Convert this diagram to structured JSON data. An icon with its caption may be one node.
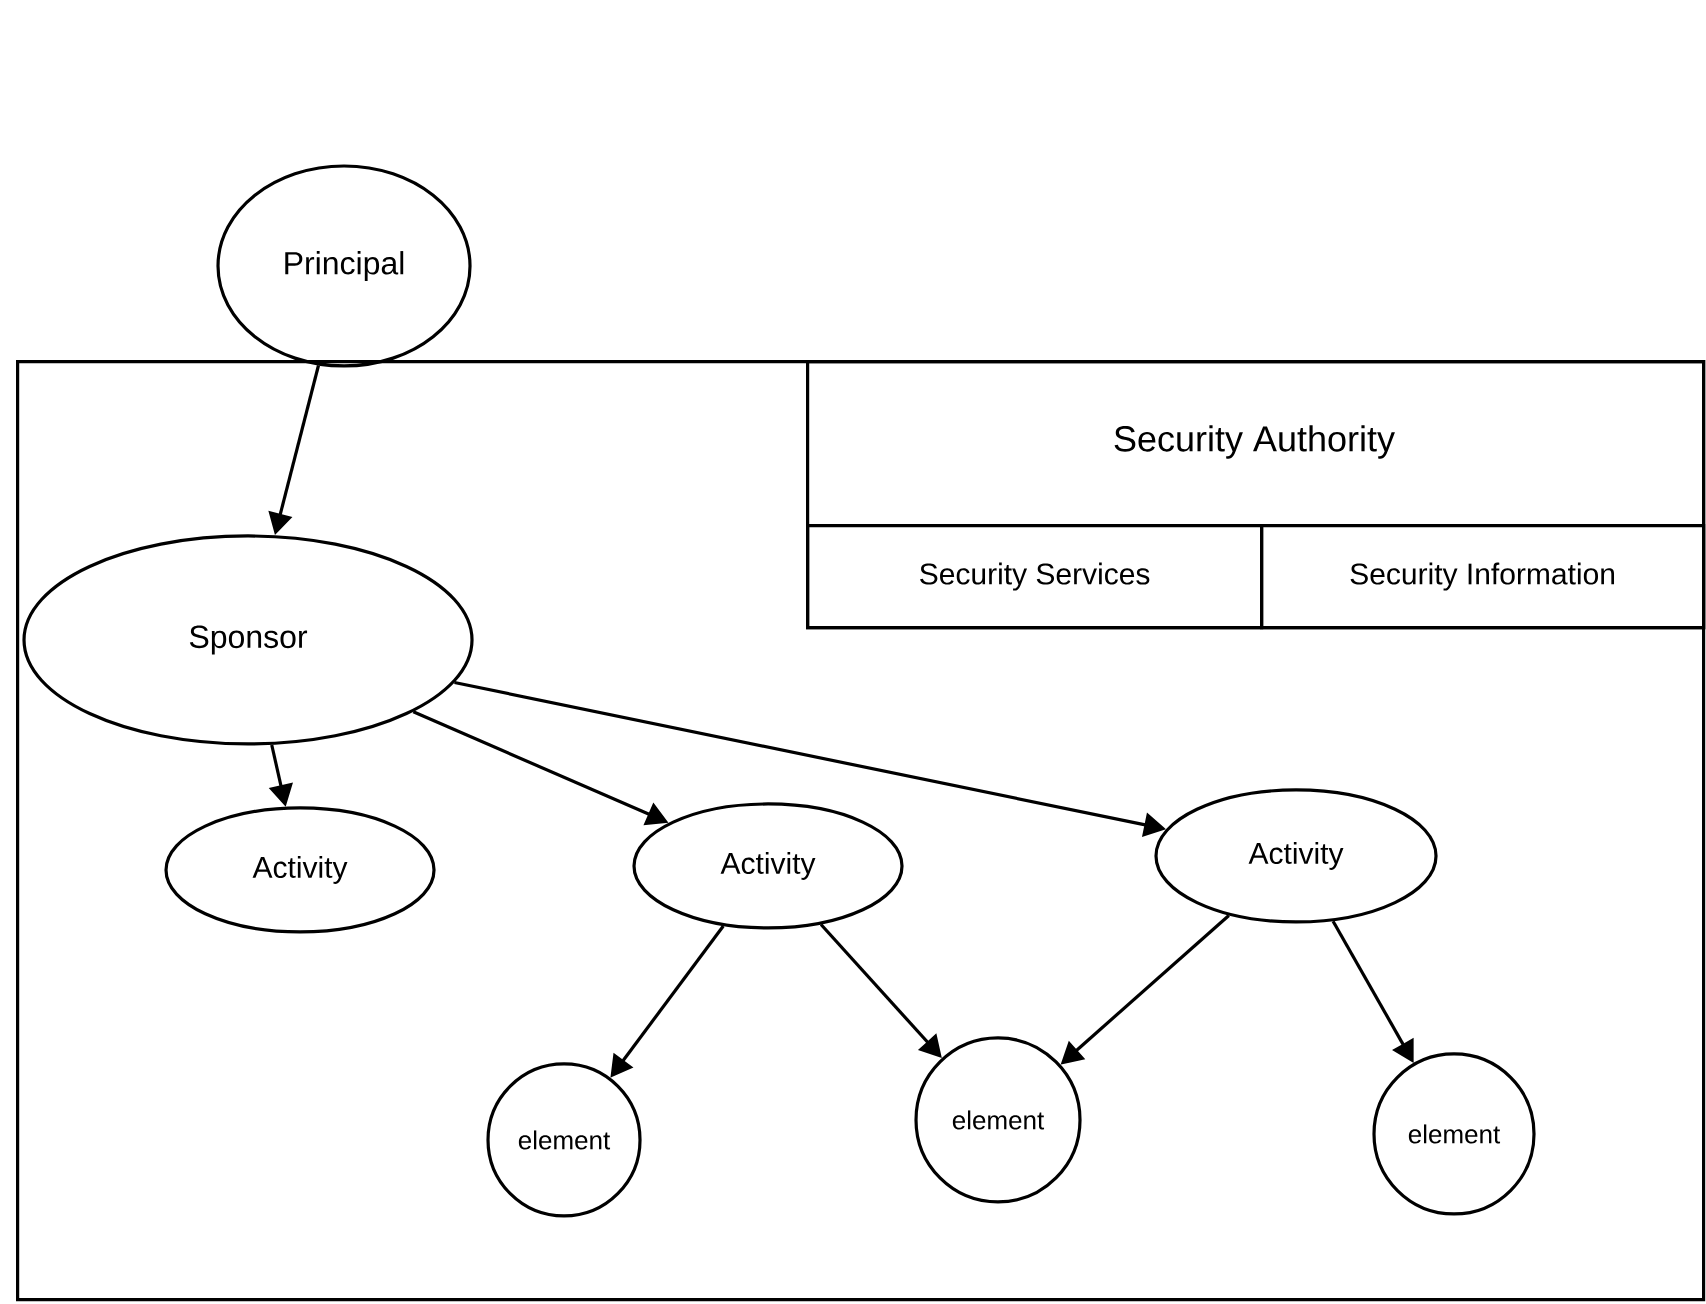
{
  "diagram": {
    "nodes": [
      {
        "text": [
          "Principal"
        ]
      },
      {
        "text": [],
        "shape": "box"
      },
      {
        "text": [
          "Security Authority"
        ],
        "in": 1
      },
      {
        "text": [
          "Security Services"
        ],
        "in": 2
      },
      {
        "text": [
          "Security Information"
        ],
        "in": 2
      },
      {
        "text": [
          "Sponsor"
        ],
        "in": 1
      },
      {
        "text": [
          "Activity"
        ],
        "in": 1
      },
      {
        "text": [
          "Activity"
        ],
        "in": 1
      },
      {
        "text": [
          "Activity"
        ],
        "in": 1
      },
      {
        "text": [
          "element"
        ],
        "in": 1
      },
      {
        "text": [
          "element"
        ],
        "in": 1
      },
      {
        "text": [
          "element"
        ],
        "in": 1
      }
    ],
    "edges": [
      {
        "from": 0,
        "to": 5,
        "arrow": "to"
      },
      {
        "from": 5,
        "to": 6,
        "arrow": "to"
      },
      {
        "from": 5,
        "to": 7,
        "arrow": "to"
      },
      {
        "from": 5,
        "to": 8,
        "arrow": "to"
      },
      {
        "from": 7,
        "to": 9,
        "arrow": "to"
      },
      {
        "from": 7,
        "to": 10,
        "arrow": "to"
      },
      {
        "from": 8,
        "to": 10,
        "arrow": "to"
      },
      {
        "from": 8,
        "to": 11,
        "arrow": "to"
      }
    ]
  }
}
